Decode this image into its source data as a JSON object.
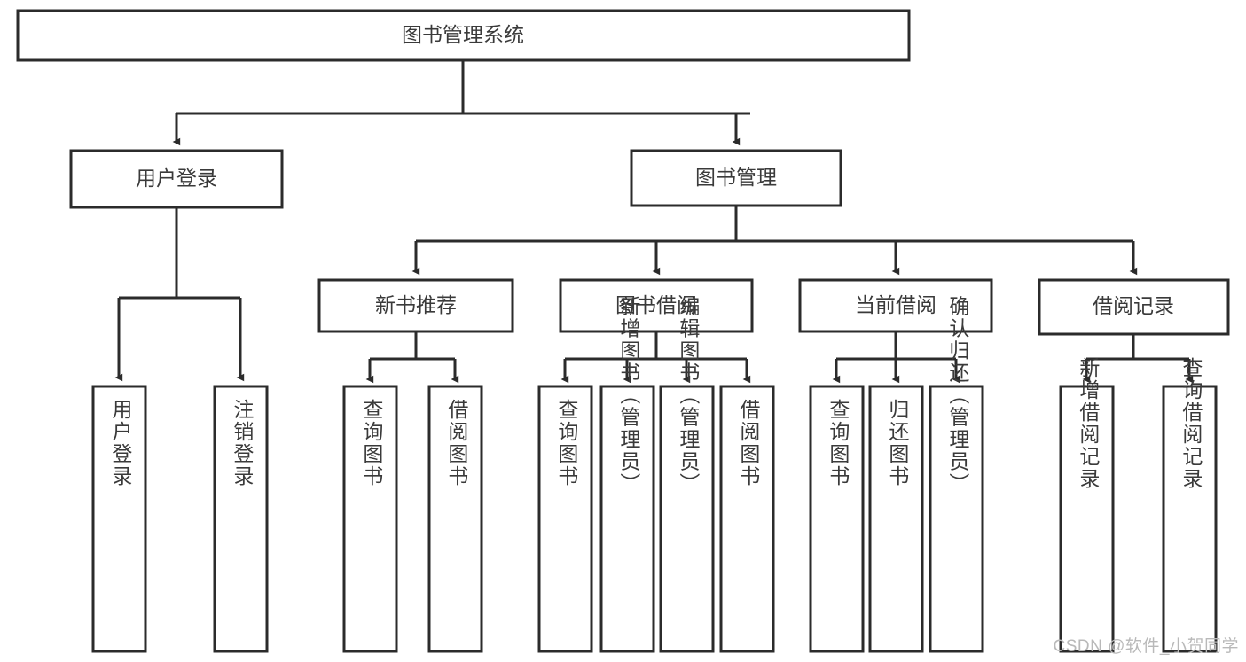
{
  "diagram": {
    "title": "图书管理系统",
    "type": "tree",
    "colors": {
      "box_stroke": "#2b2b2b",
      "box_fill": "#ffffff",
      "edge": "#2b2b2b",
      "label_text": "#3a3a3a",
      "background": "#ffffff",
      "watermark": "#b9b9b9"
    },
    "root": {
      "label": "图书管理系统"
    },
    "level2": [
      {
        "label": "用户登录"
      },
      {
        "label": "图书管理"
      }
    ],
    "level3": [
      {
        "label": "新书推荐"
      },
      {
        "label": "图书借阅"
      },
      {
        "label": "当前借阅"
      },
      {
        "label": "借阅记录"
      }
    ],
    "leaves": {
      "user_login": [
        {
          "label": "用户登录"
        },
        {
          "label": "注销登录"
        }
      ],
      "new_book_recommend": [
        {
          "label": "查询图书"
        },
        {
          "label": "借阅图书"
        }
      ],
      "book_borrow": [
        {
          "label": "查询图书"
        },
        {
          "label": "新增图书（管理员）"
        },
        {
          "label": "编辑图书（管理员）"
        },
        {
          "label": "借阅图书"
        }
      ],
      "current_borrow": [
        {
          "label": "查询图书"
        },
        {
          "label": "归还图书"
        },
        {
          "label": "确认归还（管理员）"
        }
      ],
      "borrow_record": [
        {
          "label": "新增借阅记录"
        },
        {
          "label": "查询借阅记录"
        }
      ]
    }
  },
  "watermark": {
    "text": "CSDN @软件_小贺同学"
  }
}
